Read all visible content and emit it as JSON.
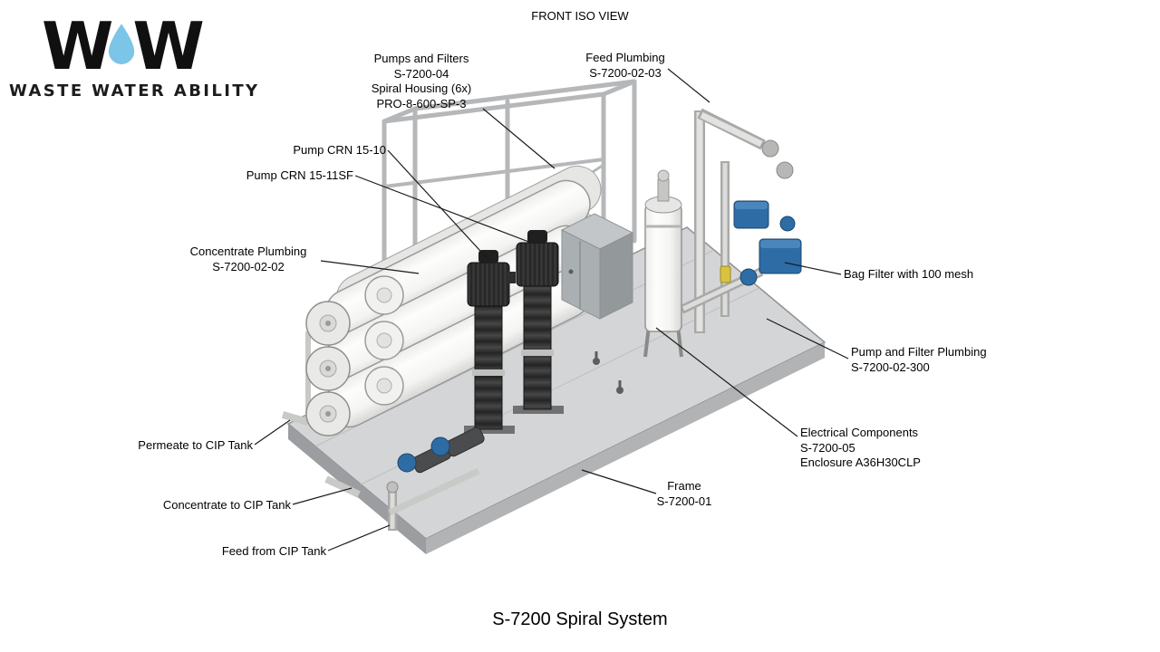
{
  "page": {
    "view_title": "FRONT ISO VIEW",
    "drawing_title": "S-7200 Spiral System"
  },
  "logo": {
    "letter_left": "W",
    "letter_right": "W",
    "tagline": "WASTE WATER ABILITY"
  },
  "callouts": {
    "pumps_and_filters": {
      "lines": [
        "Pumps and Filters",
        "S-7200-04",
        "Spiral Housing (6x)",
        "PRO-8-600-SP-3"
      ]
    },
    "feed_plumbing": {
      "lines": [
        "Feed Plumbing",
        "S-7200-02-03"
      ]
    },
    "pump_crn_15_10": {
      "lines": [
        "Pump CRN 15-10"
      ]
    },
    "pump_crn_15_11sf": {
      "lines": [
        "Pump CRN 15-11SF"
      ]
    },
    "concentrate_plumbing": {
      "lines": [
        "Concentrate Plumbing",
        "S-7200-02-02"
      ]
    },
    "bag_filter": {
      "lines": [
        "Bag Filter with 100 mesh"
      ]
    },
    "pump_and_filter_plumbing": {
      "lines": [
        "Pump and Filter Plumbing",
        "S-7200-02-300"
      ]
    },
    "permeate_to_cip_tank": {
      "lines": [
        "Permeate to CIP Tank"
      ]
    },
    "electrical_components": {
      "lines": [
        "Electrical Components",
        "S-7200-05",
        "Enclosure A36H30CLP"
      ]
    },
    "concentrate_to_cip_tank": {
      "lines": [
        "Concentrate to CIP Tank"
      ]
    },
    "frame": {
      "lines": [
        "Frame",
        "S-7200-01"
      ]
    },
    "feed_from_cip_tank": {
      "lines": [
        "Feed from CIP Tank"
      ]
    }
  },
  "colors": {
    "logo_drop_blue": "#7cc4e8",
    "component_blue": "#2e6ca5",
    "valve_yellow": "#d9c23f",
    "platform_gray": "#d3d5d6",
    "housing_white": "#f5f5f3",
    "pump_dark": "#2f2f2f"
  }
}
